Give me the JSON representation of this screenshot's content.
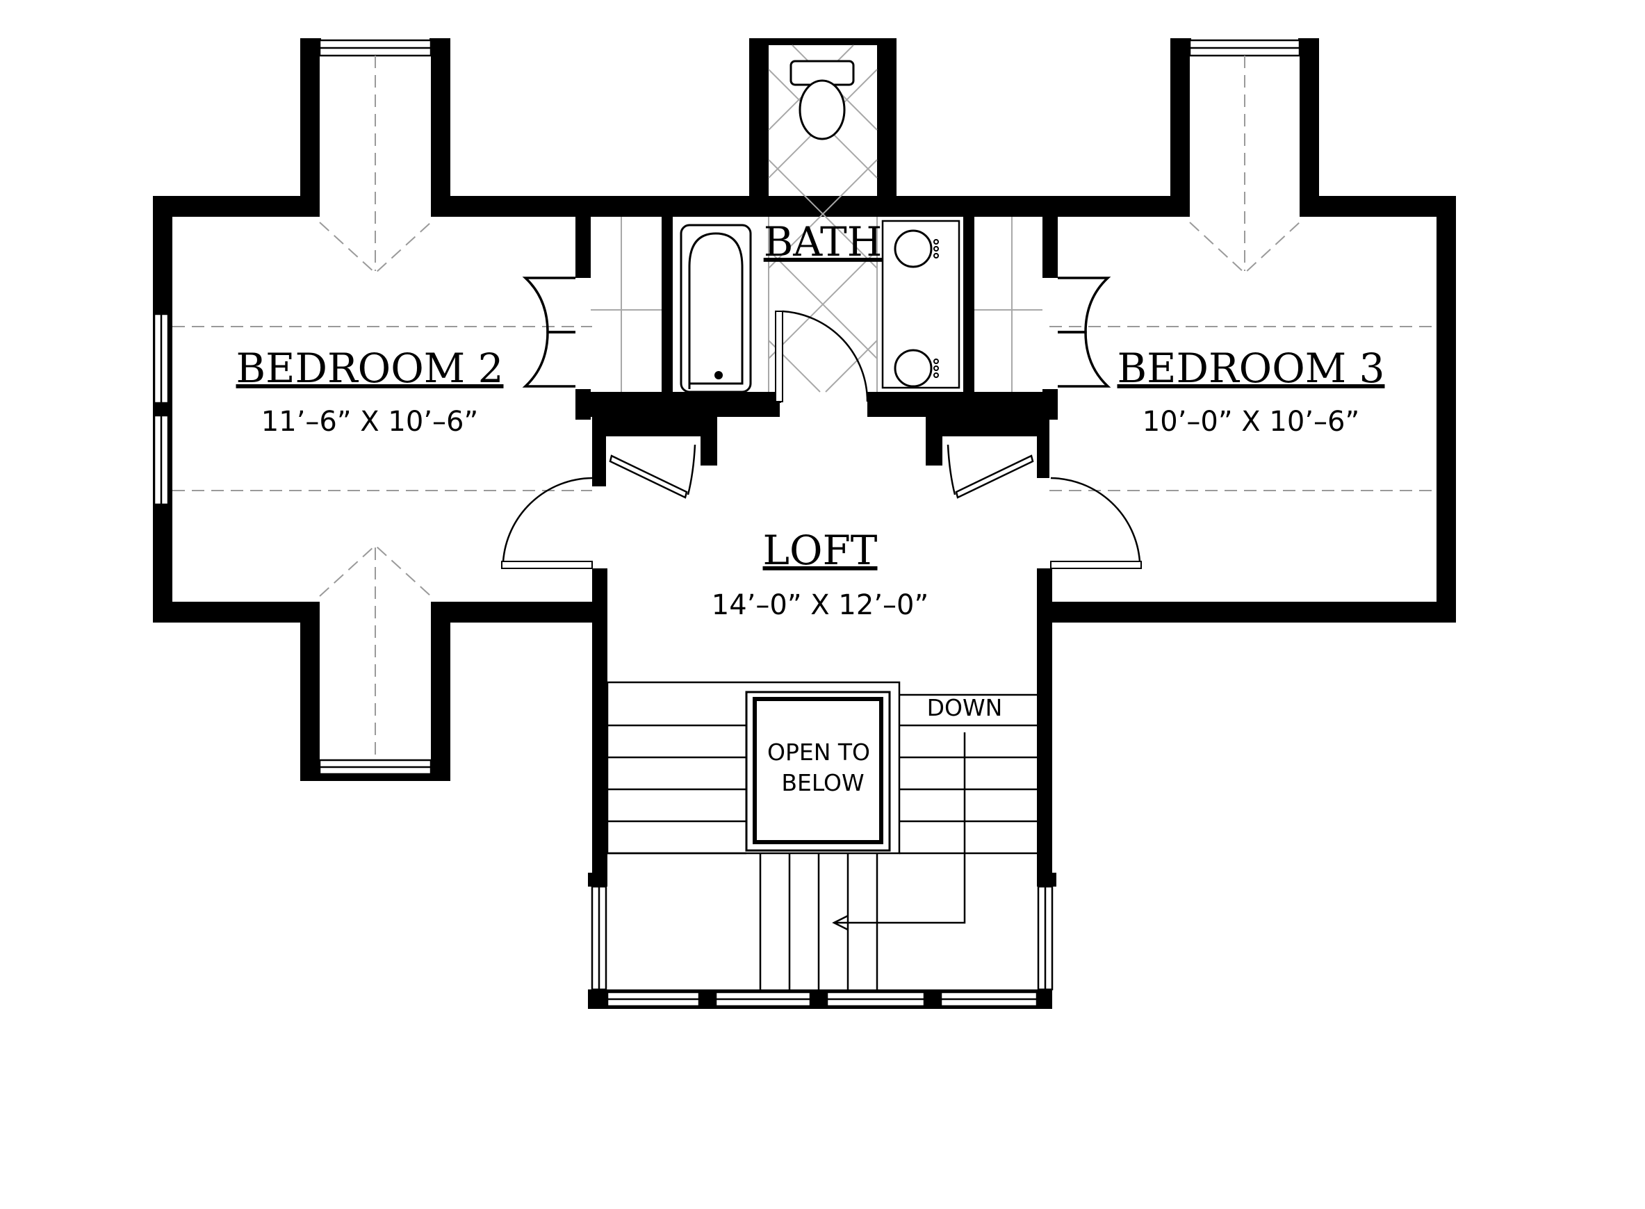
{
  "plan": {
    "rooms": {
      "bedroom2": {
        "name": "BEDROOM 2",
        "size": "11’–6” X 10’–6”"
      },
      "bedroom3": {
        "name": "BEDROOM 3",
        "size": "10’–0” X 10’–6”"
      },
      "bath": {
        "name": "BATH"
      },
      "loft": {
        "name": "LOFT",
        "size": "14’–0” X 12’–0”"
      }
    },
    "stairs": {
      "direction": "DOWN",
      "open_line1": "OPEN TO",
      "open_line2": "BELOW"
    }
  }
}
